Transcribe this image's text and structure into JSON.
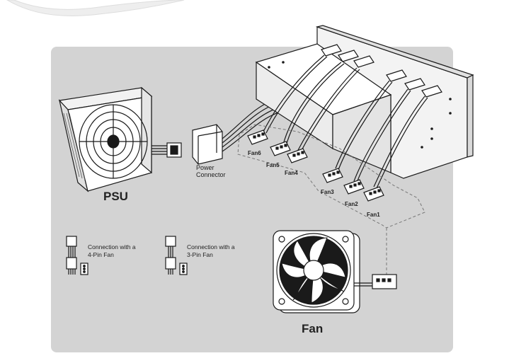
{
  "labels": {
    "psu": "PSU",
    "power_connector_line1": "Power",
    "power_connector_line2": "Connector",
    "fan_big": "Fan",
    "fan1": "Fan1",
    "fan2": "Fan2",
    "fan3": "Fan3",
    "fan4": "Fan4",
    "fan5": "Fan5",
    "fan6": "Fan6",
    "legend_4pin_line1": "Connection with a",
    "legend_4pin_line2": "4-Pin Fan",
    "legend_3pin_line1": "Connection with a",
    "legend_3pin_line2": "3-Pin Fan"
  },
  "colors": {
    "panel_bg": "#d3d3d3",
    "line": "#1a1a1a",
    "fill_light": "#ffffff",
    "fill_mid": "#e9e9e9",
    "dashed": "#777777"
  },
  "icons": [
    "psu-icon",
    "fan-hub-bay-icon",
    "case-fan-icon",
    "connector-icon"
  ]
}
